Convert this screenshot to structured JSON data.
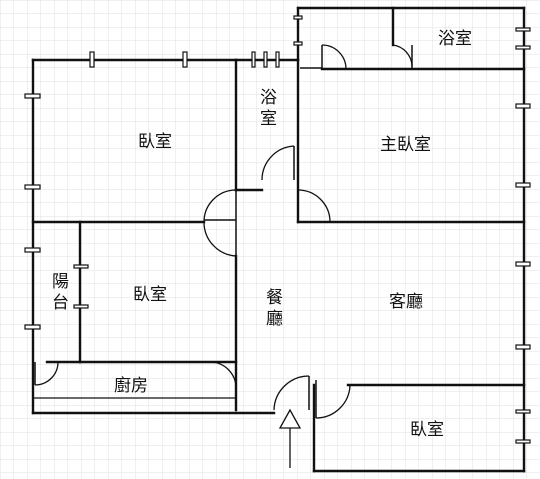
{
  "rooms": {
    "bedroom_top_left": "臥室",
    "bathroom_small": "浴室",
    "bathroom_top_right": "浴室",
    "master_bedroom": "主臥室",
    "balcony": "陽台",
    "bedroom_middle": "臥室",
    "dining": "餐廳",
    "living_room": "客廳",
    "kitchen": "廚房",
    "bedroom_bottom_right": "臥室"
  }
}
